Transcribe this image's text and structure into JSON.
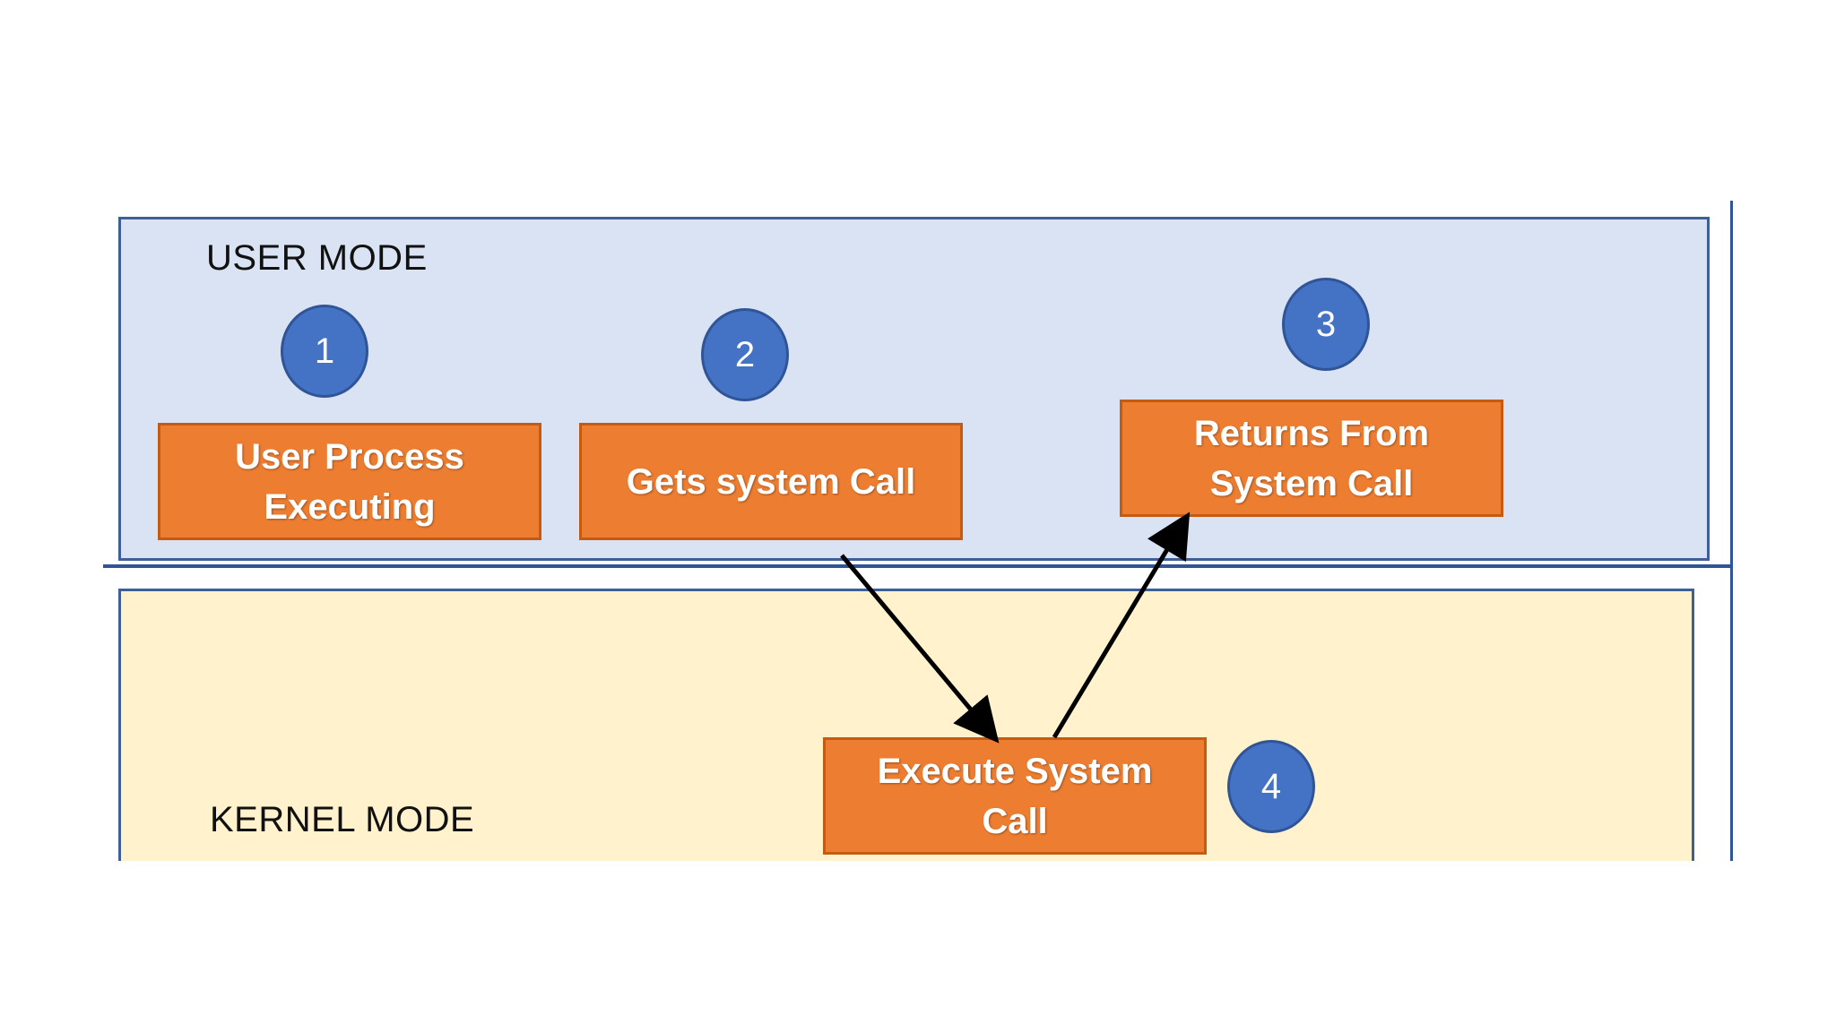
{
  "diagram": {
    "regions": {
      "user_mode": "USER MODE",
      "kernel_mode": "KERNEL MODE"
    },
    "steps": [
      {
        "number": "1",
        "label": "User Process Executing"
      },
      {
        "number": "2",
        "label": "Gets system Call"
      },
      {
        "number": "3",
        "label": "Returns From System Call"
      },
      {
        "number": "4",
        "label": "Execute System Call"
      }
    ],
    "colors": {
      "user_region": "#dae3f3",
      "kernel_region": "#fff2cc",
      "step_box": "#ed7d31",
      "step_badge": "#4472c4",
      "divider": "#2f5597",
      "arrow": "#000000"
    }
  }
}
